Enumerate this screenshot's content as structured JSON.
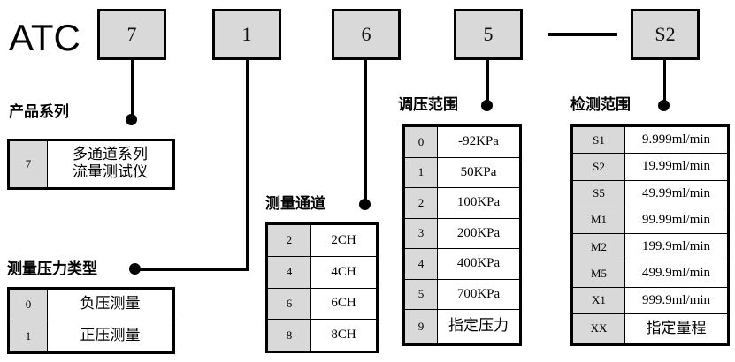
{
  "model_code": {
    "prefix": "ATC",
    "segments": [
      {
        "value": "7"
      },
      {
        "value": "1"
      },
      {
        "value": "6"
      },
      {
        "value": "5"
      },
      {
        "value": "S2"
      }
    ],
    "separator": "dash"
  },
  "sections": {
    "product_series": {
      "title": "产品系列",
      "columns": [
        "code",
        "description"
      ],
      "rows": [
        {
          "code": "7",
          "description": "多通道系列\n流量测试仪"
        }
      ]
    },
    "pressure_type": {
      "title": "测量压力类型",
      "columns": [
        "code",
        "description"
      ],
      "rows": [
        {
          "code": "0",
          "description": "负压测量"
        },
        {
          "code": "1",
          "description": "正压测量"
        }
      ]
    },
    "measure_channel": {
      "title": "测量通道",
      "columns": [
        "code",
        "description"
      ],
      "rows": [
        {
          "code": "2",
          "description": "2CH"
        },
        {
          "code": "4",
          "description": "4CH"
        },
        {
          "code": "6",
          "description": "6CH"
        },
        {
          "code": "8",
          "description": "8CH"
        }
      ]
    },
    "pressure_range": {
      "title": "调压范围",
      "columns": [
        "code",
        "description"
      ],
      "rows": [
        {
          "code": "0",
          "description": "-92KPa"
        },
        {
          "code": "1",
          "description": "50KPa"
        },
        {
          "code": "2",
          "description": "100KPa"
        },
        {
          "code": "3",
          "description": "200KPa"
        },
        {
          "code": "4",
          "description": "400KPa"
        },
        {
          "code": "5",
          "description": "700KPa"
        },
        {
          "code": "9",
          "description": "指定压力"
        }
      ]
    },
    "detection_range": {
      "title": "检测范围",
      "columns": [
        "code",
        "description"
      ],
      "rows": [
        {
          "code": "S1",
          "description": "9.999ml/min"
        },
        {
          "code": "S2",
          "description": "19.99ml/min"
        },
        {
          "code": "S5",
          "description": "49.99ml/min"
        },
        {
          "code": "M1",
          "description": "99.99ml/min"
        },
        {
          "code": "M2",
          "description": "199.9ml/min"
        },
        {
          "code": "M5",
          "description": "499.9ml/min"
        },
        {
          "code": "X1",
          "description": "999.9ml/min"
        },
        {
          "code": "XX",
          "description": "指定量程"
        }
      ]
    }
  },
  "colors": {
    "key_cell_fill": "#d9d9d9",
    "box_fill": "#d9d9d9",
    "line": "#000000",
    "background": "#ffffff"
  }
}
